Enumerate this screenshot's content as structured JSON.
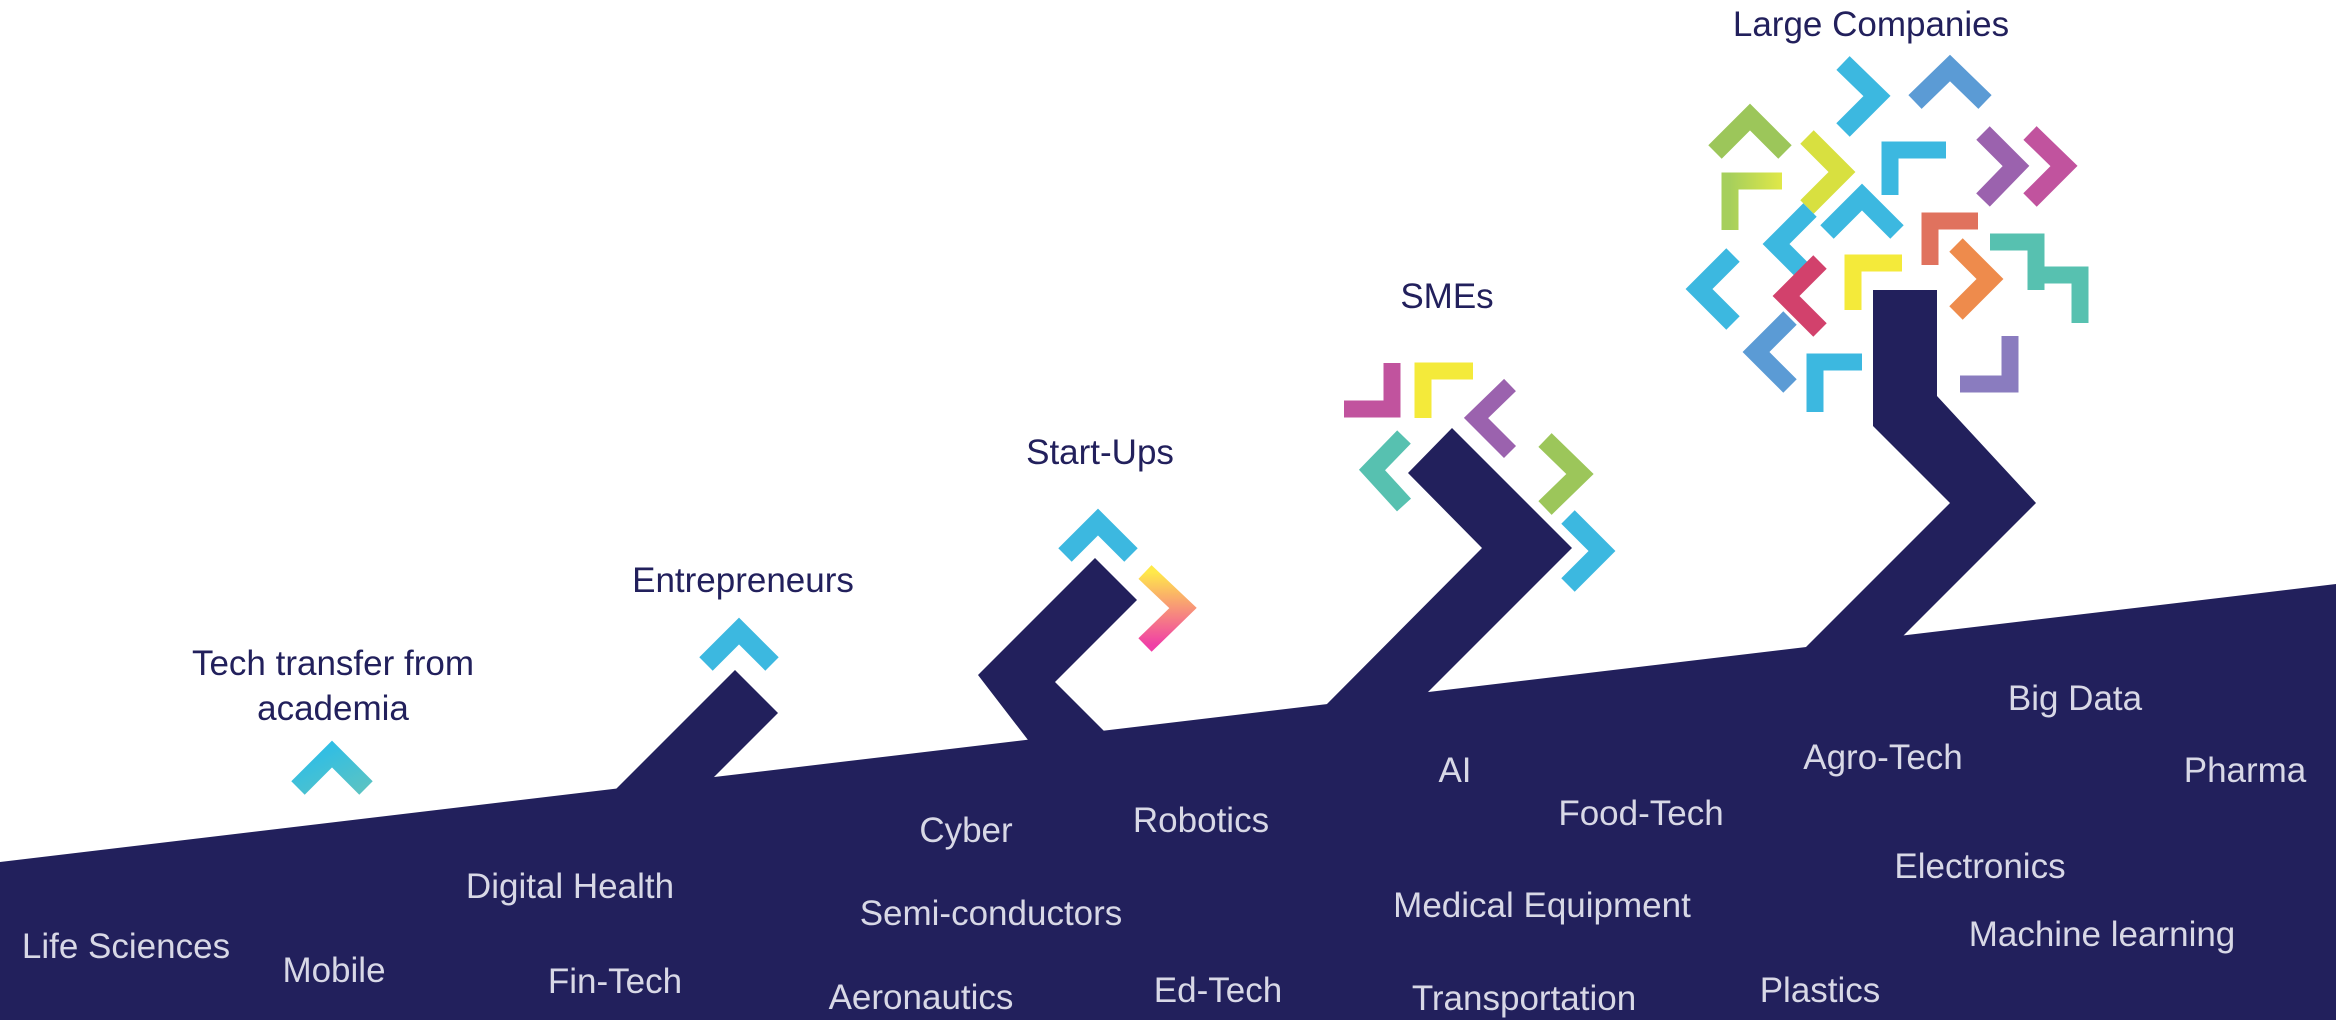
{
  "stages": {
    "tech_transfer": {
      "line1": "Tech transfer from",
      "line2": "academia"
    },
    "entrepreneurs": "Entrepreneurs",
    "startups": "Start-Ups",
    "smes": "SMEs",
    "large_companies": "Large Companies"
  },
  "sectors": {
    "life_sciences": "Life Sciences",
    "mobile": "Mobile",
    "digital_health": "Digital Health",
    "fin_tech": "Fin-Tech",
    "cyber": "Cyber",
    "robotics": "Robotics",
    "semi_conductors": "Semi-conductors",
    "aeronautics": "Aeronautics",
    "ed_tech": "Ed-Tech",
    "ai": "AI",
    "food_tech": "Food-Tech",
    "medical_equipment": "Medical Equipment",
    "transportation": "Transportation",
    "agro_tech": "Agro-Tech",
    "big_data": "Big Data",
    "pharma": "Pharma",
    "electronics": "Electronics",
    "machine_learning": "Machine learning",
    "plastics": "Plastics"
  },
  "colors": {
    "navy": "#22205c",
    "sector_text": "#d8d8e6",
    "cyan": "#3cb8e0",
    "blue": "#5b9bd5",
    "green": "#9cc65a",
    "yellow": "#f4ea3a",
    "purple": "#9b62ae",
    "magenta": "#c1539e",
    "teal": "#57c1b0",
    "orange": "#ee8b4c",
    "coral": "#e0725e",
    "crimson": "#d2416c",
    "lilac": "#8a7cbf",
    "lime": "#b9d95a"
  }
}
